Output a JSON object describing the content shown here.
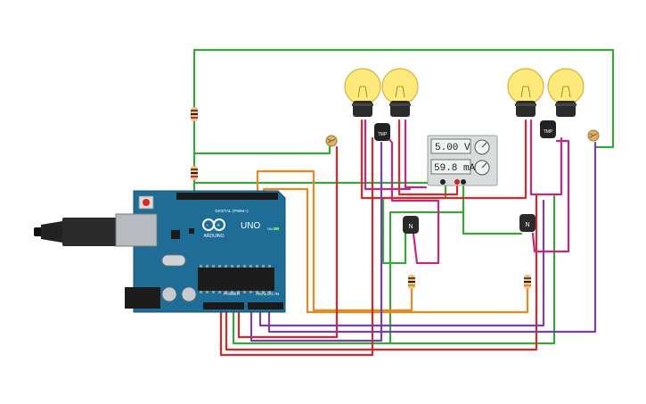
{
  "arduino": {
    "brand": "ARDUINO",
    "model": "UNO",
    "digital_label": "DIGITAL (PWM~)",
    "power_label": "POWER",
    "analog_label": "ANALOG IN",
    "on_label": "ON"
  },
  "power_supply": {
    "voltage": "5.00 V",
    "current": "59.8 mA"
  },
  "transistors": {
    "thermistor_label": "TMP",
    "npn_label": "N"
  },
  "colors": {
    "green": "#3aa53a",
    "red": "#d9262b",
    "orange": "#e68a1f",
    "purple": "#7b3fa8",
    "magenta": "#c2287e",
    "board": "#1f6d96"
  }
}
